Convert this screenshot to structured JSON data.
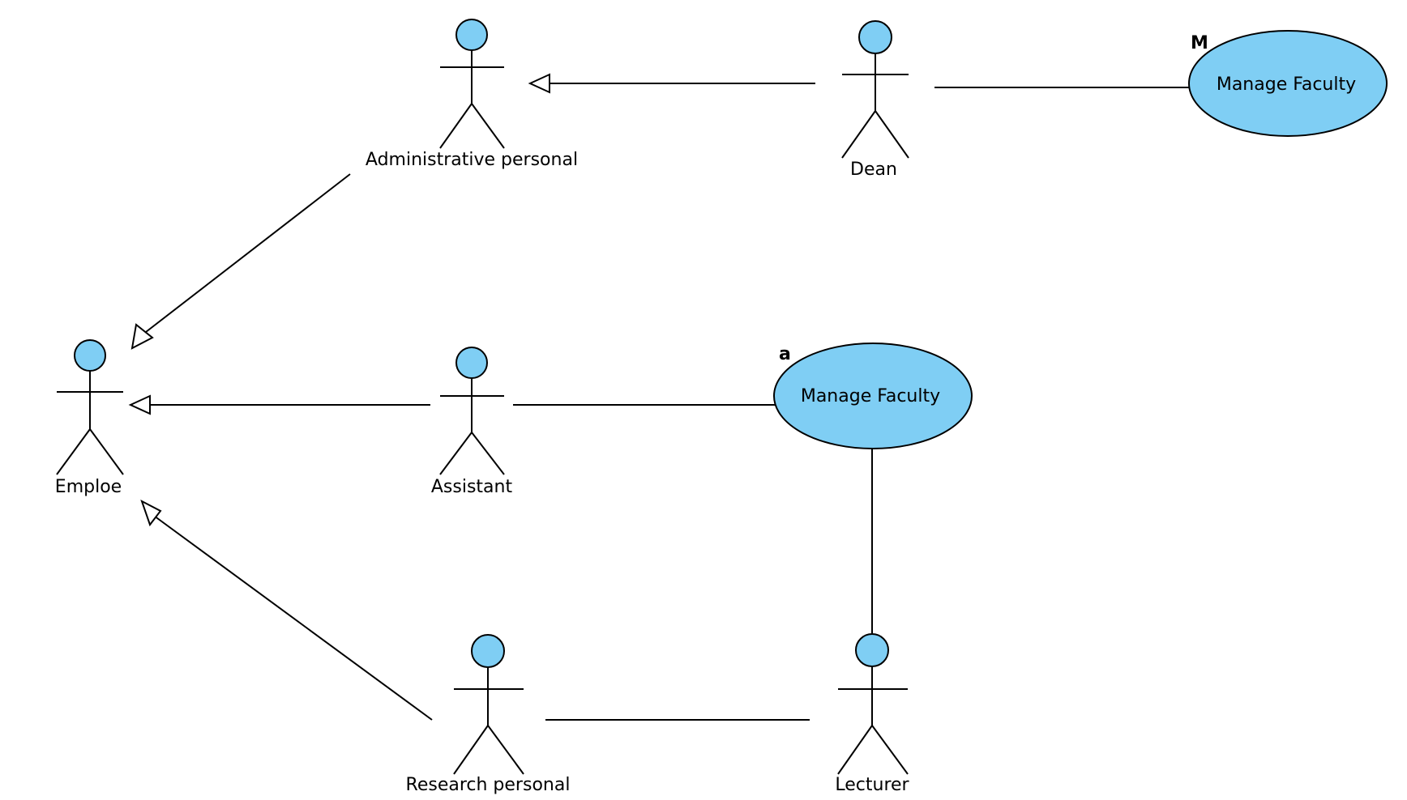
{
  "actors": {
    "administrative": "Administrative personal",
    "dean": "Dean",
    "emploe": "Emploe",
    "assistant": "Assistant",
    "research": "Research personal",
    "lecturer": "Lecturer"
  },
  "use_cases": {
    "top": {
      "label": "Manage Faculty",
      "tag": "M"
    },
    "middle": {
      "label": "Manage Faculty",
      "tag": "a"
    }
  },
  "colors": {
    "actor_head_fill": "#7fcef4",
    "use_case_fill": "#7fcef4",
    "stroke": "#000000"
  }
}
